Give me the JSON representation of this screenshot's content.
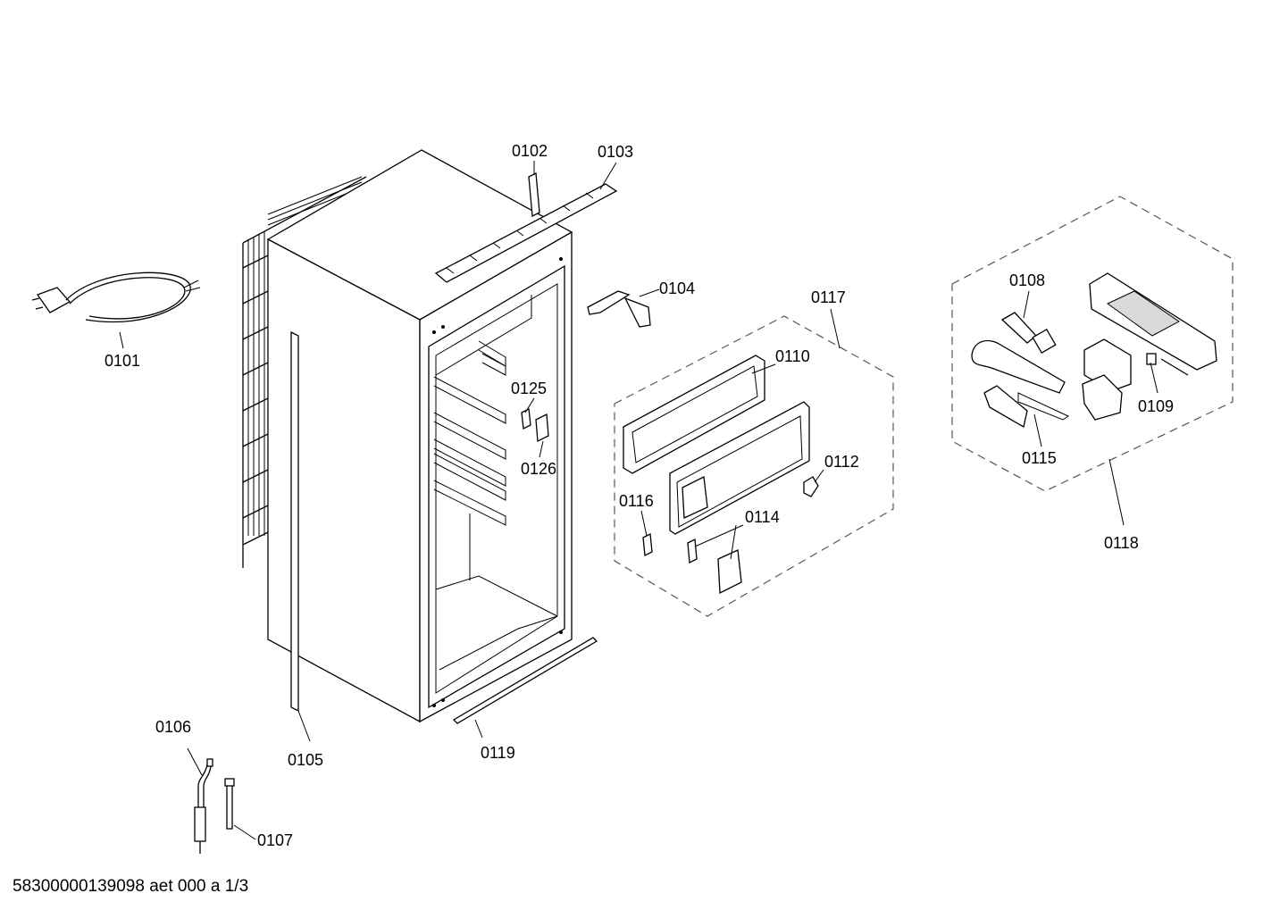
{
  "labels": {
    "p0101": "0101",
    "p0102": "0102",
    "p0103": "0103",
    "p0104": "0104",
    "p0105": "0105",
    "p0106": "0106",
    "p0107": "0107",
    "p0108": "0108",
    "p0109": "0109",
    "p0110": "0110",
    "p0112": "0112",
    "p0114": "0114",
    "p0115": "0115",
    "p0116": "0116",
    "p0117": "0117",
    "p0118": "0118",
    "p0119": "0119",
    "p0125": "0125",
    "p0126": "0126"
  },
  "footer": "58300000139098 aet 000 a 1/3"
}
